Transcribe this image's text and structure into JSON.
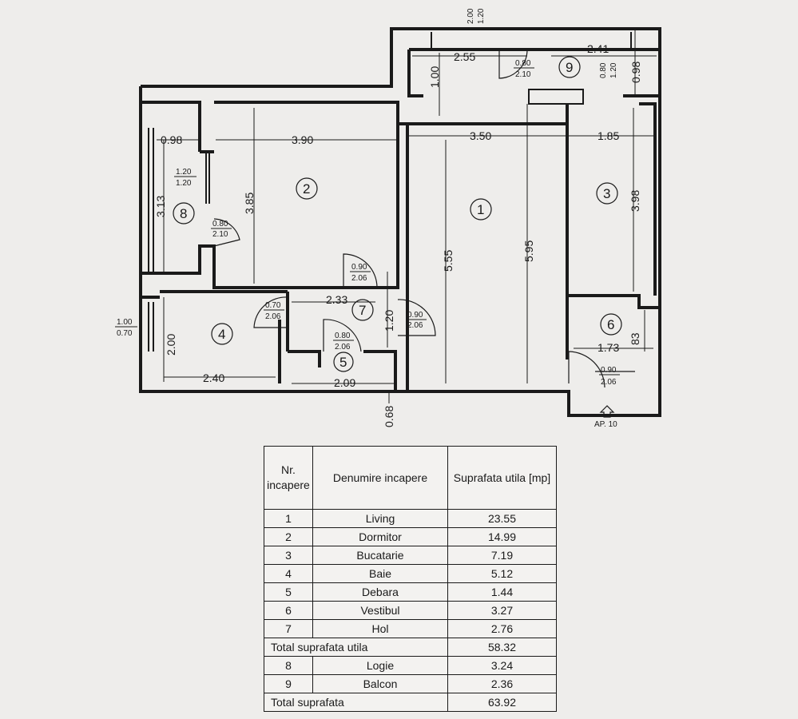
{
  "plan": {
    "dims": {
      "logia_w": "0.98",
      "bed_w": "3.90",
      "living_w": "3.50",
      "kitchen_w": "1.85",
      "balc_l": "2.55",
      "balc_r": "2.41",
      "balc_h": "1.00",
      "balc_rh": "0.98",
      "logia_h": "3.13",
      "bed_h": "3.85",
      "living_h1": "5.55",
      "living_h2": "5.95",
      "kitchen_h": "3.98",
      "hol_w": "2.33",
      "hol_h": "1.20",
      "bath_w": "2.40",
      "bath_h": "2.00",
      "deb_w": "2.09",
      "vest_w": "1.73",
      "vest_h": "83",
      "under": "0.68",
      "top_door_a": "2.00",
      "top_door_b": "1.20"
    },
    "openings": {
      "logia_win": [
        "1.20",
        "1.20"
      ],
      "logia_door": [
        "0.80",
        "2.10"
      ],
      "bed_door": [
        "0.90",
        "2.06"
      ],
      "bath_door": [
        "0.70",
        "2.06"
      ],
      "living_door": [
        "0.90",
        "2.06"
      ],
      "deb_door": [
        "0.80",
        "2.06"
      ],
      "vest_door": [
        "0.90",
        "2.06"
      ],
      "balc_door": [
        "0.80",
        "2.10"
      ],
      "balc_door2": [
        "0.80",
        "1.20"
      ],
      "bath_win": [
        "1.00",
        "0.70"
      ]
    },
    "room_numbers": [
      "1",
      "2",
      "3",
      "4",
      "5",
      "6",
      "7",
      "8",
      "9"
    ],
    "entrance_label": "AP. 10"
  },
  "table": {
    "headers": [
      "Nr. incapere",
      "Denumire incapere",
      "Suprafata utila [mp]"
    ],
    "rows": [
      {
        "nr": "1",
        "name": "Living",
        "area": "23.55"
      },
      {
        "nr": "2",
        "name": "Dormitor",
        "area": "14.99"
      },
      {
        "nr": "3",
        "name": "Bucatarie",
        "area": "7.19"
      },
      {
        "nr": "4",
        "name": "Baie",
        "area": "5.12"
      },
      {
        "nr": "5",
        "name": "Debara",
        "area": "1.44"
      },
      {
        "nr": "6",
        "name": "Vestibul",
        "area": "3.27"
      },
      {
        "nr": "7",
        "name": "Hol",
        "area": "2.76"
      }
    ],
    "total_util_label": "Total suprafata utila",
    "total_util_value": "58.32",
    "extra_rows": [
      {
        "nr": "8",
        "name": "Logie",
        "area": "3.24"
      },
      {
        "nr": "9",
        "name": "Balcon",
        "area": "2.36"
      }
    ],
    "total_label": "Total suprafata",
    "total_value": "63.92"
  }
}
